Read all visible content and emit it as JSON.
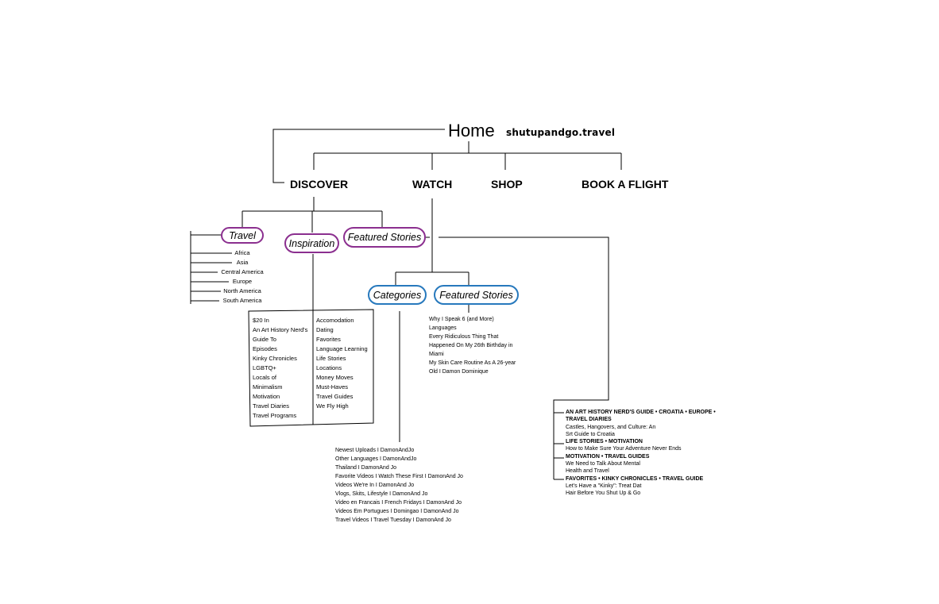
{
  "home": {
    "label": "Home",
    "url": "shutupandgo.travel"
  },
  "nav": {
    "discover": "DISCOVER",
    "watch": "WATCH",
    "shop": "SHOP",
    "book": "BOOK A FLIGHT"
  },
  "discover": {
    "travel": {
      "label": "Travel",
      "regions": [
        "Africa",
        "Asia",
        "Central America",
        "Europe",
        "North America",
        "South America"
      ]
    },
    "inspiration": {
      "label": "Inspiration",
      "col1": [
        "$20 In",
        "An Art History Nerd's",
        "Guide To",
        "Episodes",
        "Kinky Chronicles",
        "LGBTQ+",
        "Locals of",
        "Minimalism",
        "Motivation",
        "Travel Diaries",
        "Travel Programs"
      ],
      "col2": [
        "Accomodation",
        "Dating",
        "Favorites",
        "Language Learning",
        "Life Stories",
        "Locations",
        "Money Moves",
        "Must-Haves",
        "Travel Guides",
        "We Fly High"
      ]
    },
    "featured": {
      "label": "Featured Stories",
      "items": [
        "AN ART HISTORY NERD'S GUIDE • CROATIA • EUROPE •",
        "TRAVEL DIARIES",
        "Castles, Hangovers, and Culture: An",
        "Srt Guide to Croatia",
        "LIFE STORIES • MOTIVATION",
        "How to Make Sure Your Adventure Never Ends",
        "MOTIVATION • TRAVEL GUIDES",
        "We Need to Talk About Mental",
        "Health and Travel",
        "FAVORITES • KINKY CHRONICLES • TRAVEL GUIDE",
        "Let's Have a \"Kinky\": Treat Dat",
        "Hair Before You Shut Up & Go"
      ]
    }
  },
  "watch": {
    "categories": {
      "label": "Categories",
      "items": [
        "Newest Uploads I DamonAndJo",
        "Other Languages I DamonAndJo",
        "Thailand I DamonAnd Jo",
        "Favorite Videos I Watch These First I DamonAnd Jo",
        "Videos We're In I DamonAnd Jo",
        "Vlogs, Skits, Lifestyle I DamonAnd Jo",
        "Video en Francais I French Fridays I DamonAnd Jo",
        "Videos Em Portugues I Domingao I DamonAnd Jo",
        "Travel Videos I Travel Tuesday I DamonAnd Jo"
      ]
    },
    "featured": {
      "label": "Featured Stories",
      "items": [
        "Why I Speak 6 (and More)",
        "Languages",
        "Every Ridiculous Thing That",
        "Happened On My 26th Birthday in",
        "Miami",
        "My Skin Care Routine As A 26-year",
        "Old I Damon Dominique"
      ]
    }
  },
  "colors": {
    "discover_accent": "#8b2f8f",
    "watch_accent": "#2779bd",
    "line": "#000000"
  }
}
